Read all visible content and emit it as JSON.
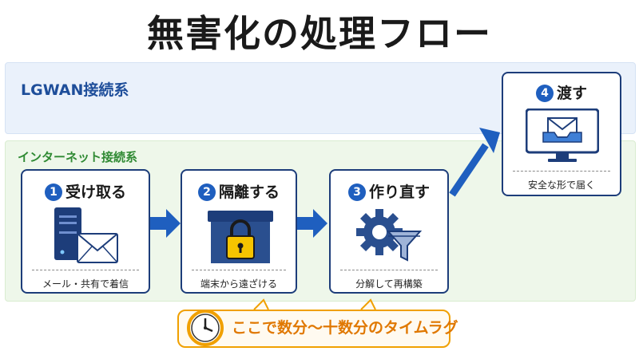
{
  "title": "無害化の処理フロー",
  "zones": {
    "lgwan": "LGWAN接続系",
    "internet": "インターネット接続系"
  },
  "steps": [
    {
      "number": "1",
      "title": "受け取る",
      "caption": "メール・共有で着信"
    },
    {
      "number": "2",
      "title": "隔離する",
      "caption": "端末から遠ざける"
    },
    {
      "number": "3",
      "title": "作り直す",
      "caption": "分解して再構築"
    },
    {
      "number": "4",
      "title": "渡す",
      "caption": "安全な形で届く"
    }
  ],
  "callout": "ここで数分〜十数分のタイムラグ",
  "colors": {
    "navy": "#1d3d7a",
    "accent_blue": "#1f5fbf",
    "lgwan_bg": "#eaf1fb",
    "internet_bg": "#eef7ea",
    "internet_label": "#2f8a33",
    "callout_orange": "#f0a000",
    "lock_yellow": "#f5c400"
  },
  "icons": [
    "server-icon",
    "envelope-icon",
    "locked-box-icon",
    "gear-icon",
    "funnel-icon",
    "monitor-icon",
    "inbox-mail-icon",
    "clock-icon",
    "arrow-right-icon"
  ]
}
